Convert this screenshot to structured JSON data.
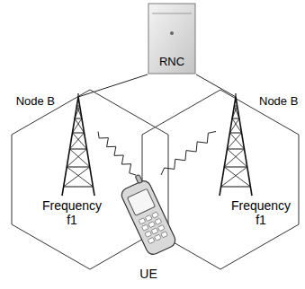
{
  "diagram": {
    "nodes": [
      {
        "text": [
          "RNC"
        ]
      },
      {
        "text": [
          "Frequency f1"
        ]
      },
      {
        "text": [
          "Node B"
        ],
        "in": 1
      },
      {
        "text": [
          "Frequency f1"
        ]
      },
      {
        "text": [
          "Node B"
        ],
        "in": 3
      },
      {
        "text": [
          "UE"
        ]
      }
    ],
    "edges": [
      {
        "from": 0,
        "to": 2,
        "arrow": "none"
      },
      {
        "from": 0,
        "to": 4,
        "arrow": "none"
      },
      {
        "from": 2,
        "to": 5,
        "arrow": "none"
      },
      {
        "from": 4,
        "to": 5,
        "arrow": "none"
      }
    ]
  }
}
